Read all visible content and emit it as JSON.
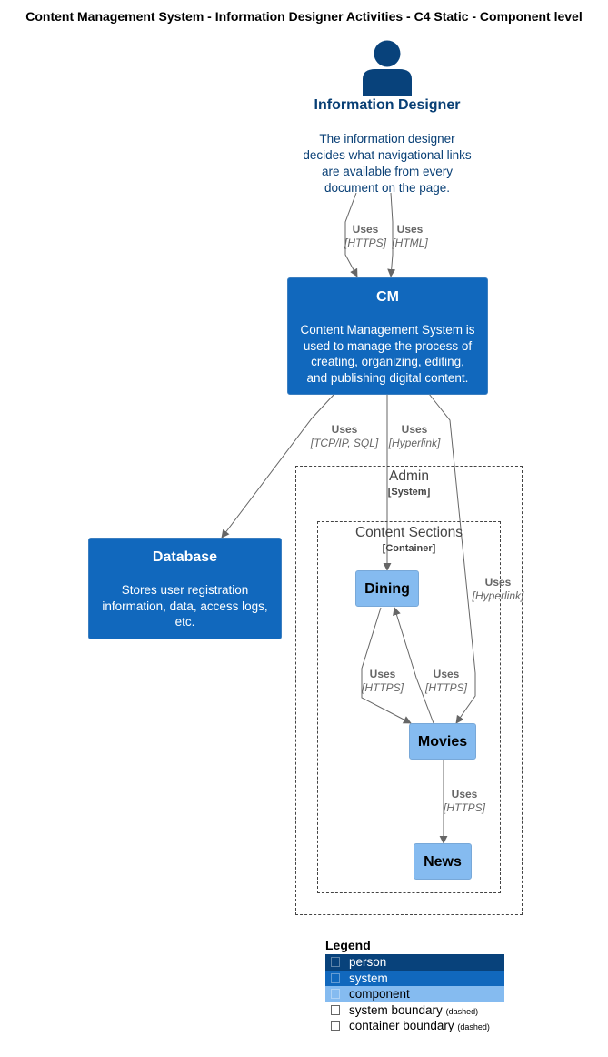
{
  "title": "Content Management System - Information Designer Activities - C4 Static - Component level",
  "colors": {
    "person": "#08427b",
    "system": "#1168bd",
    "component": "#85bbf0",
    "arrow": "#666666"
  },
  "person": {
    "icon": "person-icon",
    "name": "Information Designer",
    "description": [
      "The information designer",
      "decides what navigational links",
      "are available from every",
      "document on the page."
    ]
  },
  "systems": {
    "cm": {
      "name": "CM",
      "description": [
        "Content Management System is",
        "used to manage the process of",
        "creating, organizing, editing,",
        "and publishing digital content."
      ]
    },
    "database": {
      "name": "Database",
      "description": [
        "Stores user registration",
        "information, data, access logs,",
        "etc."
      ]
    }
  },
  "boundaries": {
    "admin": {
      "name": "Admin",
      "type": "[System]"
    },
    "content_sections": {
      "name": "Content Sections",
      "type": "[Container]"
    }
  },
  "components": {
    "dining": {
      "name": "Dining"
    },
    "movies": {
      "name": "Movies"
    },
    "news": {
      "name": "News"
    }
  },
  "relationships": [
    {
      "from": "Information Designer",
      "to": "CM",
      "label": "Uses",
      "tech": "[HTTPS]"
    },
    {
      "from": "Information Designer",
      "to": "CM",
      "label": "Uses",
      "tech": "[HTML]"
    },
    {
      "from": "CM",
      "to": "Database",
      "label": "Uses",
      "tech": "[TCP/IP, SQL]"
    },
    {
      "from": "CM",
      "to": "Dining",
      "label": "Uses",
      "tech": "[Hyperlink]"
    },
    {
      "from": "CM",
      "to": "Movies",
      "label": "Uses",
      "tech": "[Hyperlink]"
    },
    {
      "from": "Dining",
      "to": "Movies",
      "label": "Uses",
      "tech": "[HTTPS]"
    },
    {
      "from": "Movies",
      "to": "Dining",
      "label": "Uses",
      "tech": "[HTTPS]"
    },
    {
      "from": "Movies",
      "to": "News",
      "label": "Uses",
      "tech": "[HTTPS]"
    }
  ],
  "legend": {
    "title": "Legend",
    "items": [
      {
        "label": "person"
      },
      {
        "label": "system"
      },
      {
        "label": "component"
      },
      {
        "label": "system boundary",
        "note": "(dashed)"
      },
      {
        "label": "container boundary",
        "note": "(dashed)"
      }
    ]
  }
}
